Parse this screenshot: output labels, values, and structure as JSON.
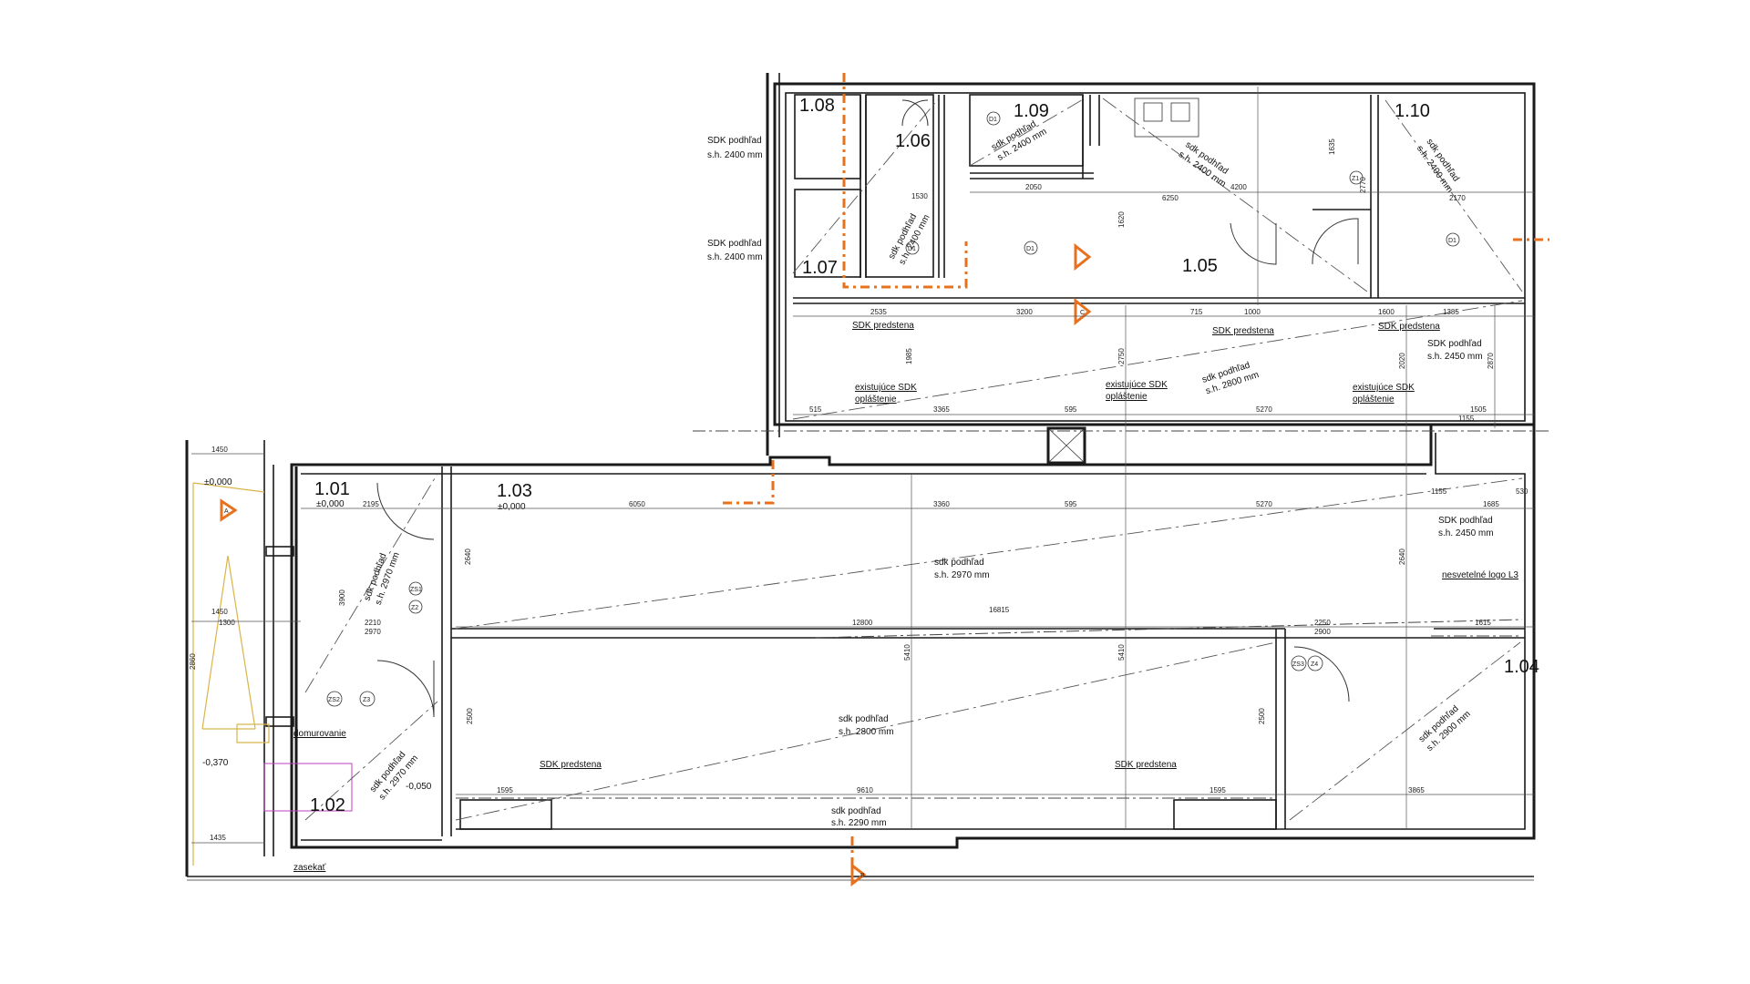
{
  "rooms": {
    "r101": "1.01",
    "r102": "1.02",
    "r103": "1.03",
    "r104": "1.04",
    "r105": "1.05",
    "r106": "1.06",
    "r107": "1.07",
    "r108": "1.08",
    "r109": "1.09",
    "r110": "1.10"
  },
  "levels": {
    "zero_a": "±0,000",
    "zero_b": "±0,000",
    "zero_c": "±0,000",
    "minus_370": "-0,370",
    "minus_050": "-0,050"
  },
  "notes": {
    "sdk_2400_a": "SDK podhľad",
    "sdk_2400_a_h": "s.h. 2400 mm",
    "sdk_2400_b": "SDK podhľad",
    "sdk_2400_b_h": "s.h. 2400 mm",
    "sdk_2450_a": "SDK podhľad",
    "sdk_2450_a_h": "s.h. 2450 mm",
    "sdk_2450_b": "SDK podhľad",
    "sdk_2450_b_h": "s.h. 2450 mm",
    "sdk_2800_top": "sdk podhľad",
    "sdk_2800_top_h": "s.h. 2800 mm",
    "sdk_2970_main": "sdk podhľad",
    "sdk_2970_main_h": "s.h. 2970 mm",
    "sdk_2800_main": "sdk podhľad",
    "sdk_2800_main_h": "s.h. 2800 mm",
    "sdk_2290": "sdk podhľad",
    "sdk_2290_h": "s.h. 2290 mm",
    "sdk_2900": "sdk podhľad",
    "sdk_2900_h": "s.h. 2900 mm",
    "sdk_2970_101": "sdk podhľad",
    "sdk_2970_101_h": "s.h. 2970 mm",
    "sdk_2970_102": "sdk podhľad",
    "sdk_2970_102_h": "s.h. 2970 mm",
    "sdk_2400_106": "sdk podhľad",
    "sdk_2400_106_h": "s.h. 2400 mm",
    "sdk_2400_109": "sdk podhľad",
    "sdk_2400_109_h": "s.h. 2400 mm",
    "sdk_2400_105": "sdk podhľad",
    "sdk_2400_105_h": "s.h. 2400 mm",
    "sdk_2400_110": "sdk podhľad",
    "sdk_2400_110_h": "s.h. 2400 mm",
    "predstena_1": "SDK predstena",
    "predstena_2": "SDK predstena",
    "predstena_3": "SDK predstena",
    "predstena_4": "SDK predstena",
    "predstena_5": "SDK predstena",
    "existujuce_1a": "existujúce SDK",
    "existujuce_1b": "opláštenie",
    "existujuce_2a": "existujúce SDK",
    "existujuce_2b": "opláštenie",
    "existujuce_3a": "existujúce SDK",
    "existujuce_3b": "opláštenie",
    "domurovanie": "domurovanie",
    "zasekat": "zasekať",
    "logo": "nesvetelné logo L3"
  },
  "dims": {
    "d1450": "1450",
    "d1300": "1300",
    "d2195": "2195",
    "d6050": "6050",
    "d3360": "3360",
    "d595a": "595",
    "d5270a": "5270",
    "d1155a": "1155",
    "d1685": "1685",
    "d530": "530",
    "d12800": "12800",
    "d16815": "16815",
    "d2250": "2250",
    "d2900": "2900",
    "d1615": "1615",
    "d2210": "2210",
    "d2970": "2970",
    "d1595a": "1595",
    "d9610": "9610",
    "d1595b": "1595",
    "d3865": "3865",
    "d1435": "1435",
    "d515": "515",
    "d3365": "3365",
    "d595b": "595",
    "d5270b": "5270",
    "d1505": "1505",
    "d1155b": "1155",
    "d2535": "2535",
    "d3200": "3200",
    "d715": "715",
    "d1000": "1000",
    "d1600": "1600",
    "d1385": "1385",
    "d2050": "2050",
    "d6250": "6250",
    "d4200": "4200",
    "d2170": "2170",
    "d1530": "1530",
    "d5410a": "5410",
    "d5410b": "5410",
    "d2500a": "2500",
    "d2500b": "2500",
    "d2640a": "2640",
    "d2640b": "2640",
    "d2750": "2750",
    "d2020": "2020",
    "d2870": "2870",
    "d1985": "1985",
    "d1620": "1620",
    "d2770": "2770",
    "d1635": "1635",
    "d3900": "3900",
    "d2860": "2860"
  },
  "tags": {
    "z1": "Z1",
    "z2": "Z2",
    "z3": "Z3",
    "z4": "Z4",
    "zs1": "ZS1",
    "zs2": "ZS2",
    "zs3": "ZS3",
    "d1a": "D1",
    "d1b": "D1",
    "d1c": "D1",
    "d1d": "D1"
  },
  "section_marks": {
    "a": "A",
    "b": "B",
    "c": "C"
  }
}
